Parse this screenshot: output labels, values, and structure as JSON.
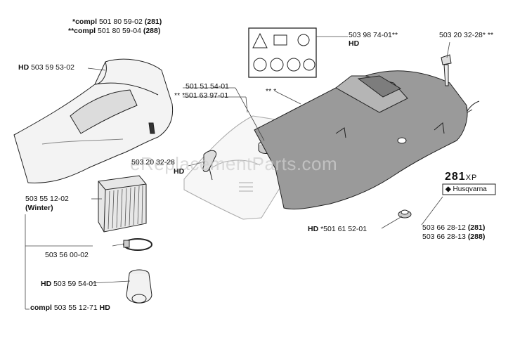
{
  "watermark": "eReplacementParts.com",
  "labels": {
    "compl_281_prefix": "*compl",
    "compl_281_num": "501 80 59-02",
    "compl_281_model": "(281)",
    "compl_288_prefix": "**compl",
    "compl_288_num": "501 80 59-04",
    "compl_288_model": "(288)",
    "hd_cover_prefix": "HD",
    "hd_cover_num": "503 59 53-02",
    "filter_num": "503 55 12-02",
    "filter_note": "(Winter)",
    "clamp_num": "503 56 00-02",
    "adapter_prefix": "HD",
    "adapter_num": "503 59 54-01",
    "kit_prefix": "compl",
    "kit_num": "503 55 12-71",
    "kit_suffix": "HD",
    "bolt_mid_num": "503 20 32-28",
    "bolt_mid_suffix": "HD",
    "grom_a": "501 51 54-01",
    "grom_b": "** *501 63 97-01",
    "decal_num": "503 98 74-01**",
    "decal_suffix": "HD",
    "bolt_top": "503 20 32-28* **",
    "stars": "** *",
    "plug_prefix": "HD",
    "plug_num": "*501 61 52-01",
    "cyl_cover_281_num": "503 66 28-12",
    "cyl_cover_281_model": "(281)",
    "cyl_cover_288_num": "503 66 28-13",
    "cyl_cover_288_model": "(288)",
    "brand_model": "281",
    "brand_xp": "XP",
    "brand_name": "Husqvarna"
  }
}
